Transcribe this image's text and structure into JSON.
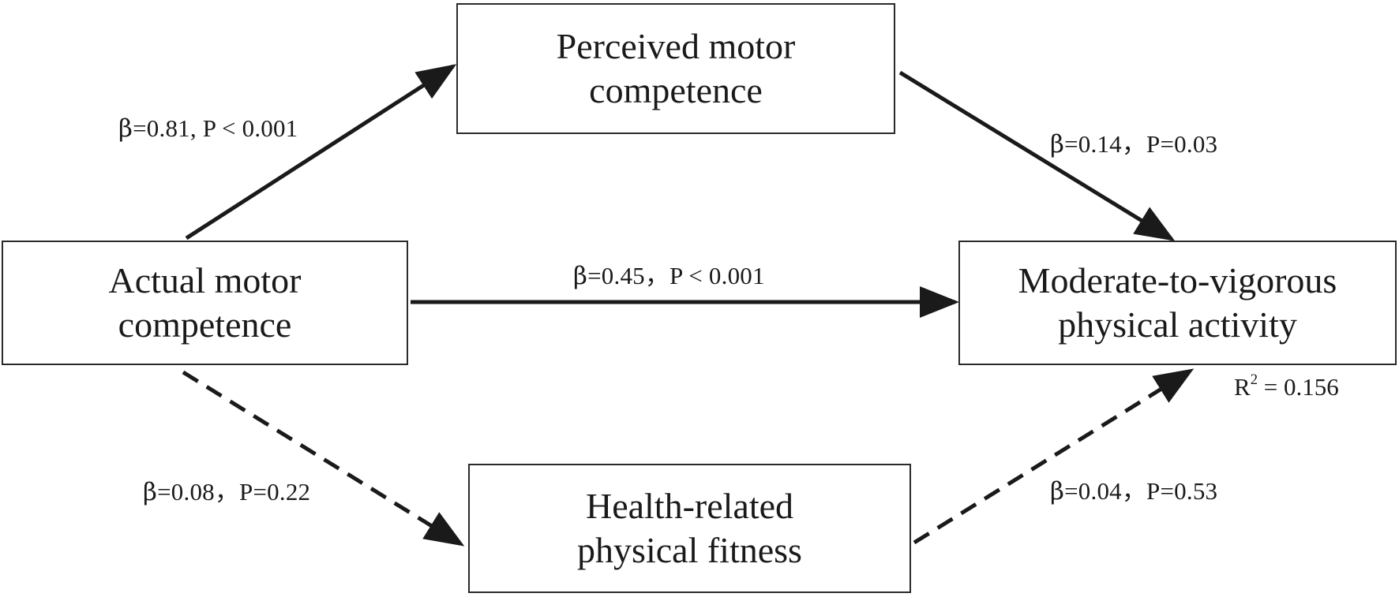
{
  "boxes": {
    "perceived": {
      "line1": "Perceived motor",
      "line2": "competence"
    },
    "actual": {
      "line1": "Actual motor",
      "line2": "competence"
    },
    "mvpa": {
      "line1": "Moderate-to-vigorous",
      "line2": "physical activity"
    },
    "fitness": {
      "line1": "Health-related",
      "line2": "physical fitness"
    }
  },
  "paths": {
    "actual_to_perceived": {
      "beta": "β",
      "text": "=0.81, P < 0.001",
      "style": "solid"
    },
    "perceived_to_mvpa": {
      "beta": "β",
      "text": "=0.14，P=0.03",
      "style": "solid"
    },
    "actual_to_mvpa": {
      "beta": "β",
      "text": "=0.45，P < 0.001",
      "style": "solid"
    },
    "actual_to_fitness": {
      "beta": "β",
      "text": "=0.08，P=0.22",
      "style": "dashed"
    },
    "fitness_to_mvpa": {
      "beta": "β",
      "text": "=0.04，P=0.53",
      "style": "dashed"
    }
  },
  "r_squared": {
    "symbol": "R",
    "exponent": "2",
    "text": " = 0.156"
  },
  "colors": {
    "stroke": "#1a1a1a",
    "box_border": "#2a2a2a"
  }
}
